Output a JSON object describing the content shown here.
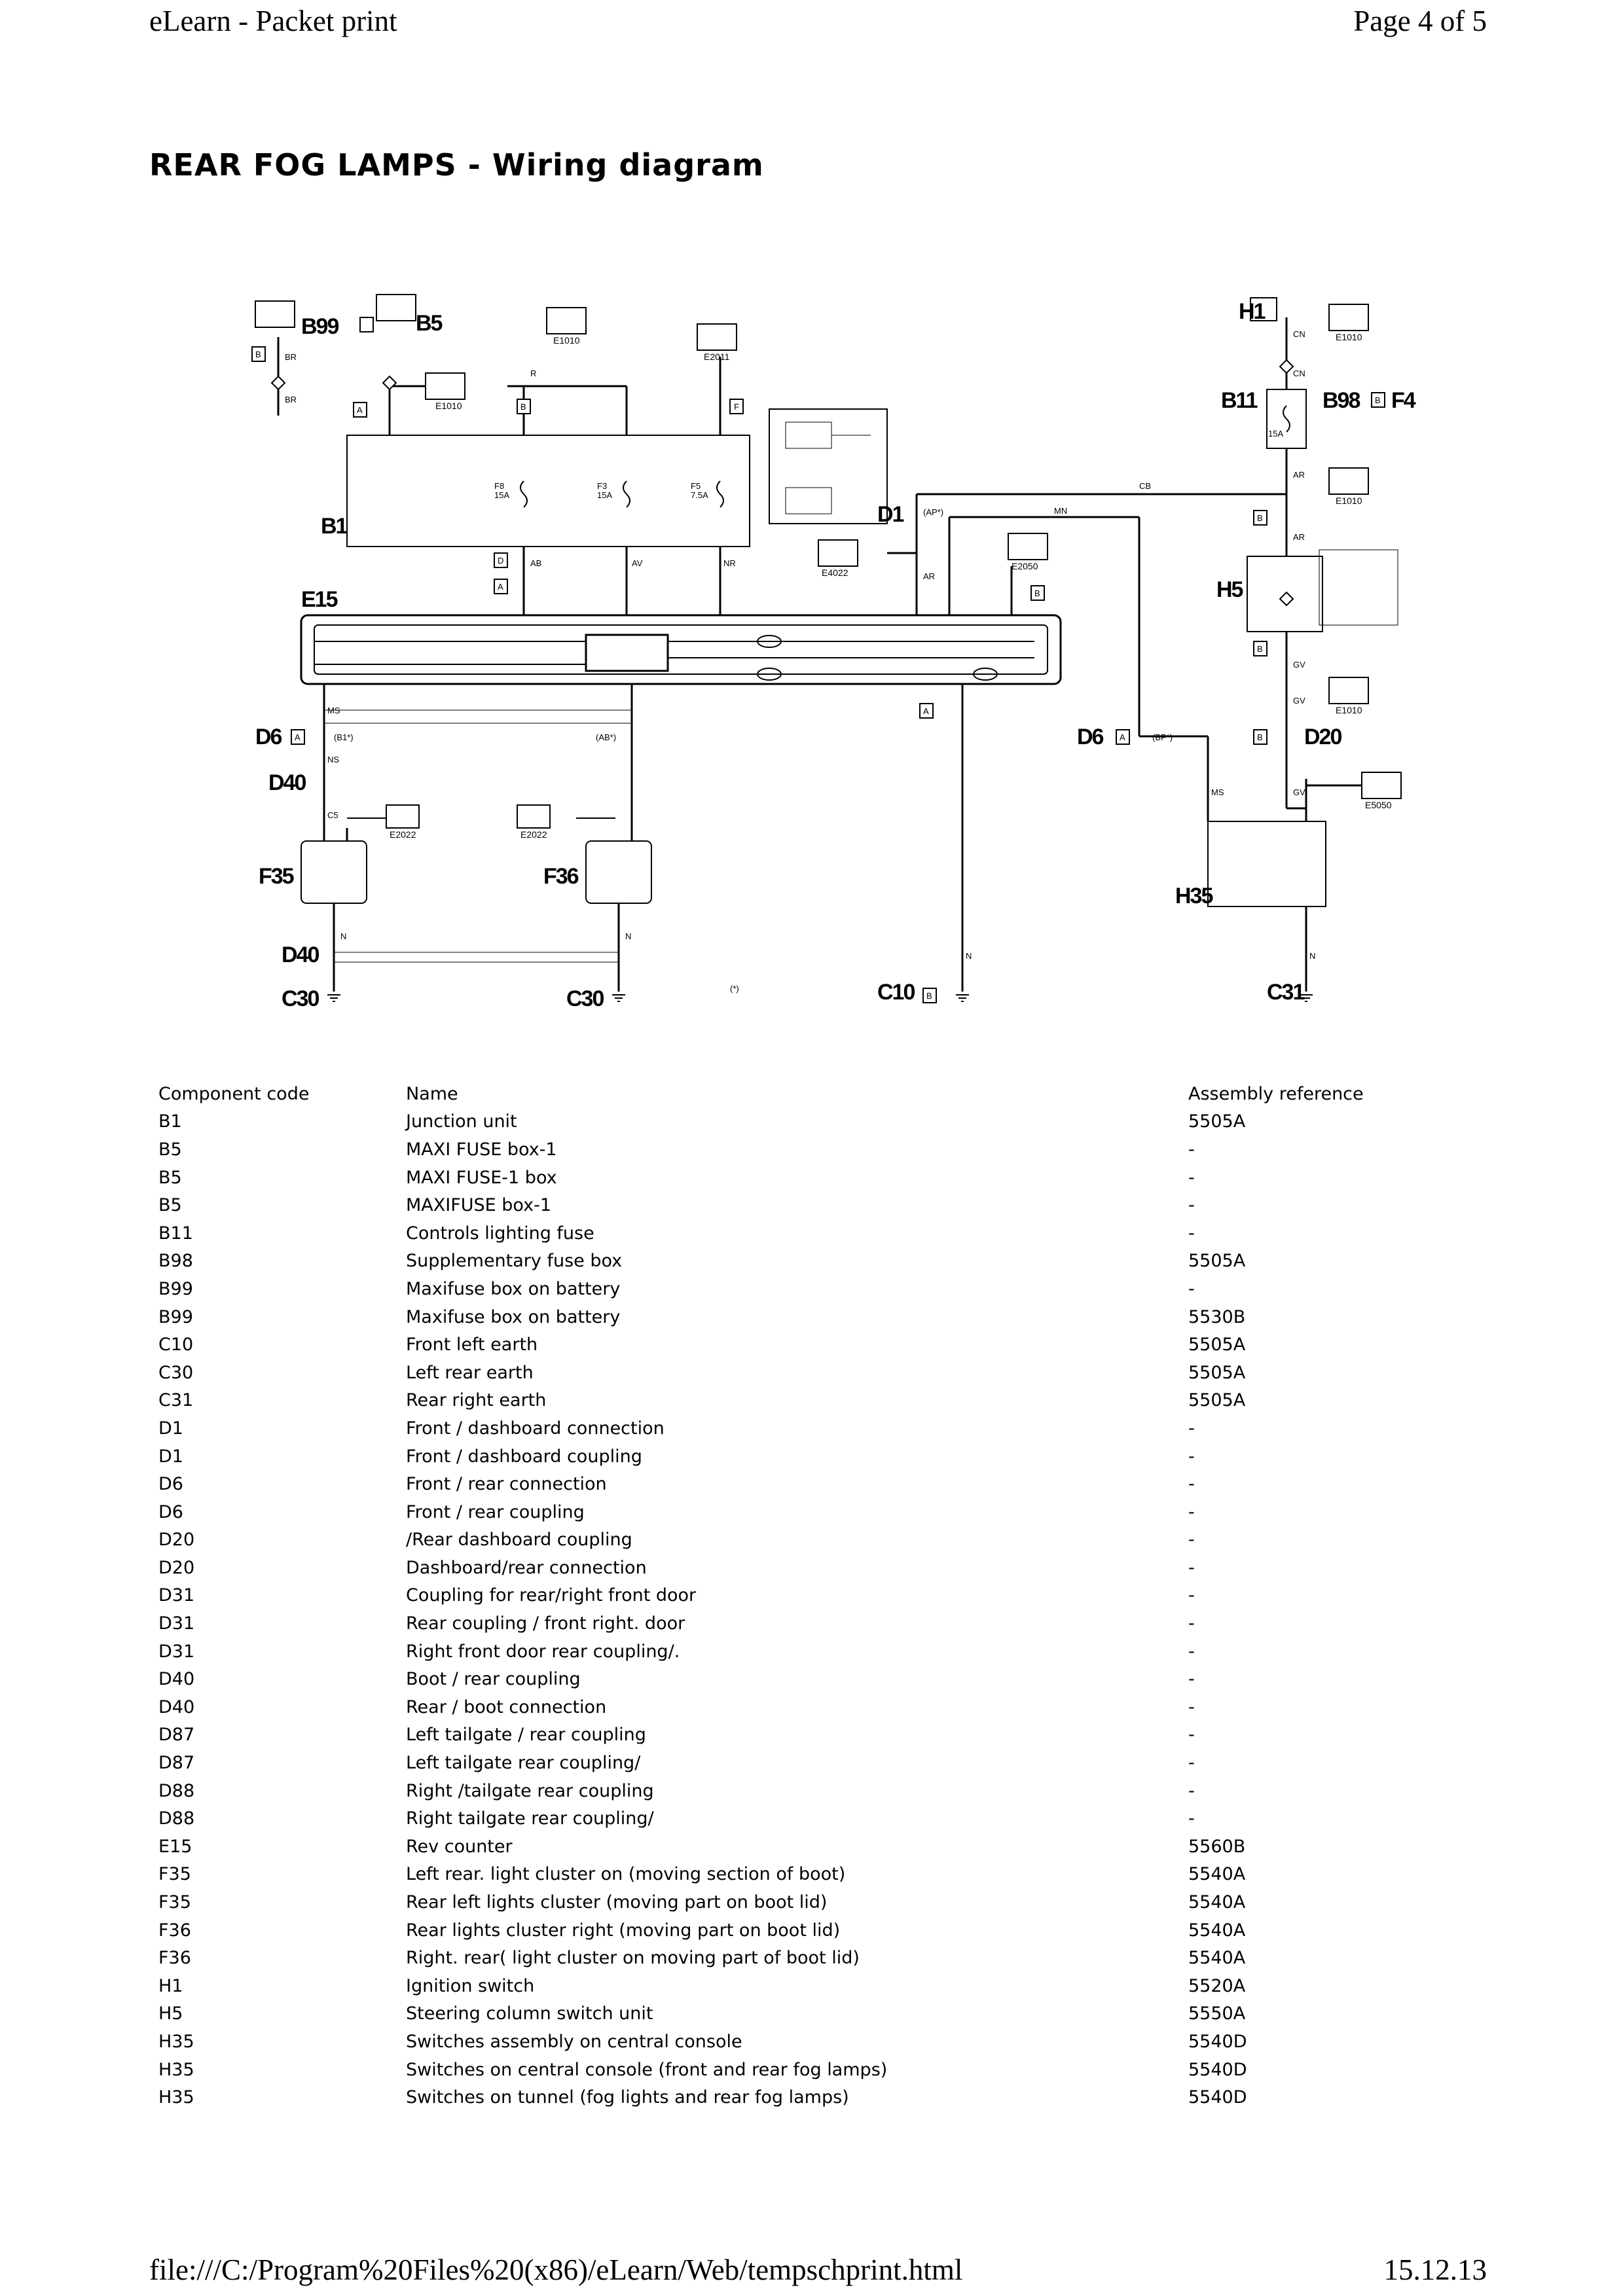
{
  "header": {
    "left": "eLearn - Packet print",
    "right": "Page 4 of 5"
  },
  "title": "REAR FOG LAMPS - Wiring diagram",
  "diagram": {
    "components": {
      "B99": "B99",
      "B5": "B5",
      "B1": "B1",
      "E15": "E15",
      "D1": "D1",
      "D6_left": "D6",
      "D6_right": "D6",
      "D40_top": "D40",
      "D40_bottom": "D40",
      "F35": "F35",
      "F36": "F36",
      "C30_left": "C30",
      "C30_right": "C30",
      "C10": "C10",
      "H1": "H1",
      "B11": "B11",
      "B98": "B98",
      "F4": "F4",
      "H5": "H5",
      "D20": "D20",
      "H35": "H35",
      "C31": "C31"
    },
    "codes": {
      "e1010_a": "E1010",
      "e1010_b": "E1010",
      "e1010_c": "E1010",
      "e1010_d": "E1010",
      "e1010_e": "E1010",
      "e2011": "E2011",
      "e2022_a": "E2022",
      "e2022_b": "E2022",
      "e2050": "E2050",
      "e5050": "E5050",
      "e4022": "E4022"
    },
    "boxes": [
      "A",
      "B",
      "D",
      "F"
    ],
    "wires": {
      "br": "BR",
      "r": "R",
      "ar": "AR",
      "av": "AV",
      "nr": "NR",
      "ns": "NS",
      "n": "N",
      "cn": "CN",
      "cb": "CB",
      "gv": "GV",
      "mn": "MN",
      "ms": "MS",
      "ab": "AB",
      "c5": "C5"
    },
    "fuses": {
      "f1": "F8\n15A",
      "f2": "F3\n15A",
      "f3": "F5\n7.5A",
      "f4": "15A"
    },
    "connectors": {
      "b1": "(B1*)",
      "ab": "(AB*)",
      "ap": "(AP*)",
      "bp": "(BP*)",
      "note": "(*)"
    }
  },
  "table": {
    "headers": [
      "Component code",
      "Name",
      "Assembly reference"
    ],
    "rows": [
      [
        "B1",
        "Junction unit",
        "5505A"
      ],
      [
        "B5",
        "MAXI FUSE box-1",
        "-"
      ],
      [
        "B5",
        "MAXI FUSE-1 box",
        "-"
      ],
      [
        "B5",
        "MAXIFUSE box-1",
        "-"
      ],
      [
        "B11",
        "Controls lighting fuse",
        "-"
      ],
      [
        "B98",
        "Supplementary fuse box",
        "5505A"
      ],
      [
        "B99",
        "Maxifuse box on battery",
        "-"
      ],
      [
        "B99",
        "Maxifuse box on battery",
        "5530B"
      ],
      [
        "C10",
        "Front left earth",
        "5505A"
      ],
      [
        "C30",
        "Left rear earth",
        "5505A"
      ],
      [
        "C31",
        "Rear right earth",
        "5505A"
      ],
      [
        "D1",
        "Front / dashboard connection",
        "-"
      ],
      [
        "D1",
        "Front / dashboard coupling",
        "-"
      ],
      [
        "D6",
        "Front / rear connection",
        "-"
      ],
      [
        "D6",
        "Front / rear coupling",
        "-"
      ],
      [
        "D20",
        "/Rear dashboard coupling",
        "-"
      ],
      [
        "D20",
        "Dashboard/rear connection",
        "-"
      ],
      [
        "D31",
        "Coupling for rear/right front door",
        "-"
      ],
      [
        "D31",
        "Rear coupling / front right. door",
        "-"
      ],
      [
        "D31",
        "Right front door rear coupling/.",
        "-"
      ],
      [
        "D40",
        "Boot / rear coupling",
        "-"
      ],
      [
        "D40",
        "Rear / boot connection",
        "-"
      ],
      [
        "D87",
        "Left tailgate / rear coupling",
        "-"
      ],
      [
        "D87",
        "Left tailgate rear coupling/",
        "-"
      ],
      [
        "D88",
        "Right /tailgate rear coupling",
        "-"
      ],
      [
        "D88",
        "Right tailgate rear coupling/",
        "-"
      ],
      [
        "E15",
        "Rev counter",
        "5560B"
      ],
      [
        "F35",
        "Left rear. light cluster on (moving section of boot)",
        "5540A"
      ],
      [
        "F35",
        "Rear left lights cluster (moving part on boot lid)",
        "5540A"
      ],
      [
        "F36",
        "Rear lights cluster right (moving part on boot lid)",
        "5540A"
      ],
      [
        "F36",
        "Right. rear( light cluster on moving part of boot lid)",
        "5540A"
      ],
      [
        "H1",
        "Ignition switch",
        "5520A"
      ],
      [
        "H5",
        "Steering column switch unit",
        "5550A"
      ],
      [
        "H35",
        "Switches assembly on central console",
        "5540D"
      ],
      [
        "H35",
        "Switches on central console (front and rear fog lamps)",
        "5540D"
      ],
      [
        "H35",
        "Switches on tunnel (fog lights and rear fog lamps)",
        "5540D"
      ]
    ]
  },
  "footer": {
    "left": "file:///C:/Program%20Files%20(x86)/eLearn/Web/tempschprint.html",
    "right": "15.12.13"
  }
}
